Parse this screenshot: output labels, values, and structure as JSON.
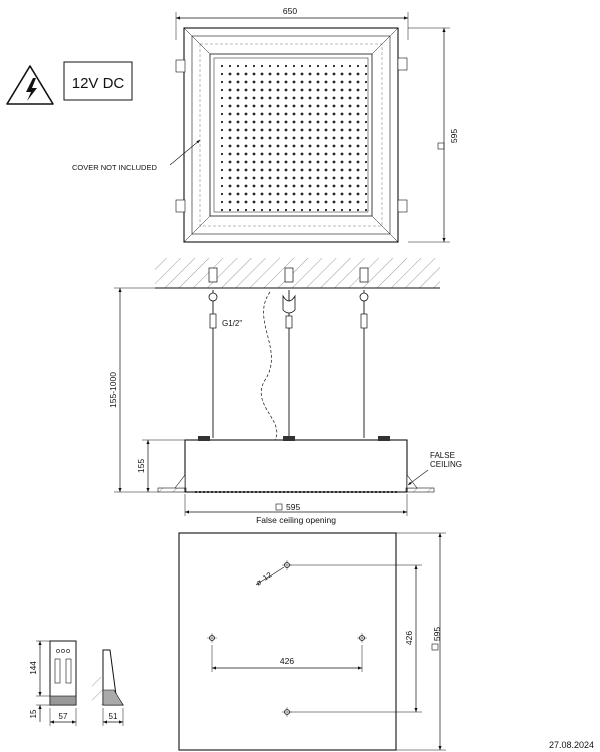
{
  "top_view": {
    "width_dim": "650",
    "height_dim": "595",
    "note": "COVER NOT INCLUDED"
  },
  "voltage": {
    "label": "12V DC",
    "warning_icon": "high-voltage-warning-icon"
  },
  "side_view": {
    "thread": "G1/2\"",
    "suspension_range": "155-1000",
    "body_height": "155",
    "false_ceiling": [
      "FALSE",
      "CEILING"
    ],
    "opening_dim": "595",
    "opening_caption": "False ceiling opening"
  },
  "drilling_plan": {
    "hole_diameter": "12",
    "hole_spacing_h": "426",
    "hole_spacing_v": "426",
    "size": "595"
  },
  "control_unit": {
    "height": "144",
    "base": "15",
    "width": "57",
    "depth": "51"
  },
  "date": "27.08.2024"
}
